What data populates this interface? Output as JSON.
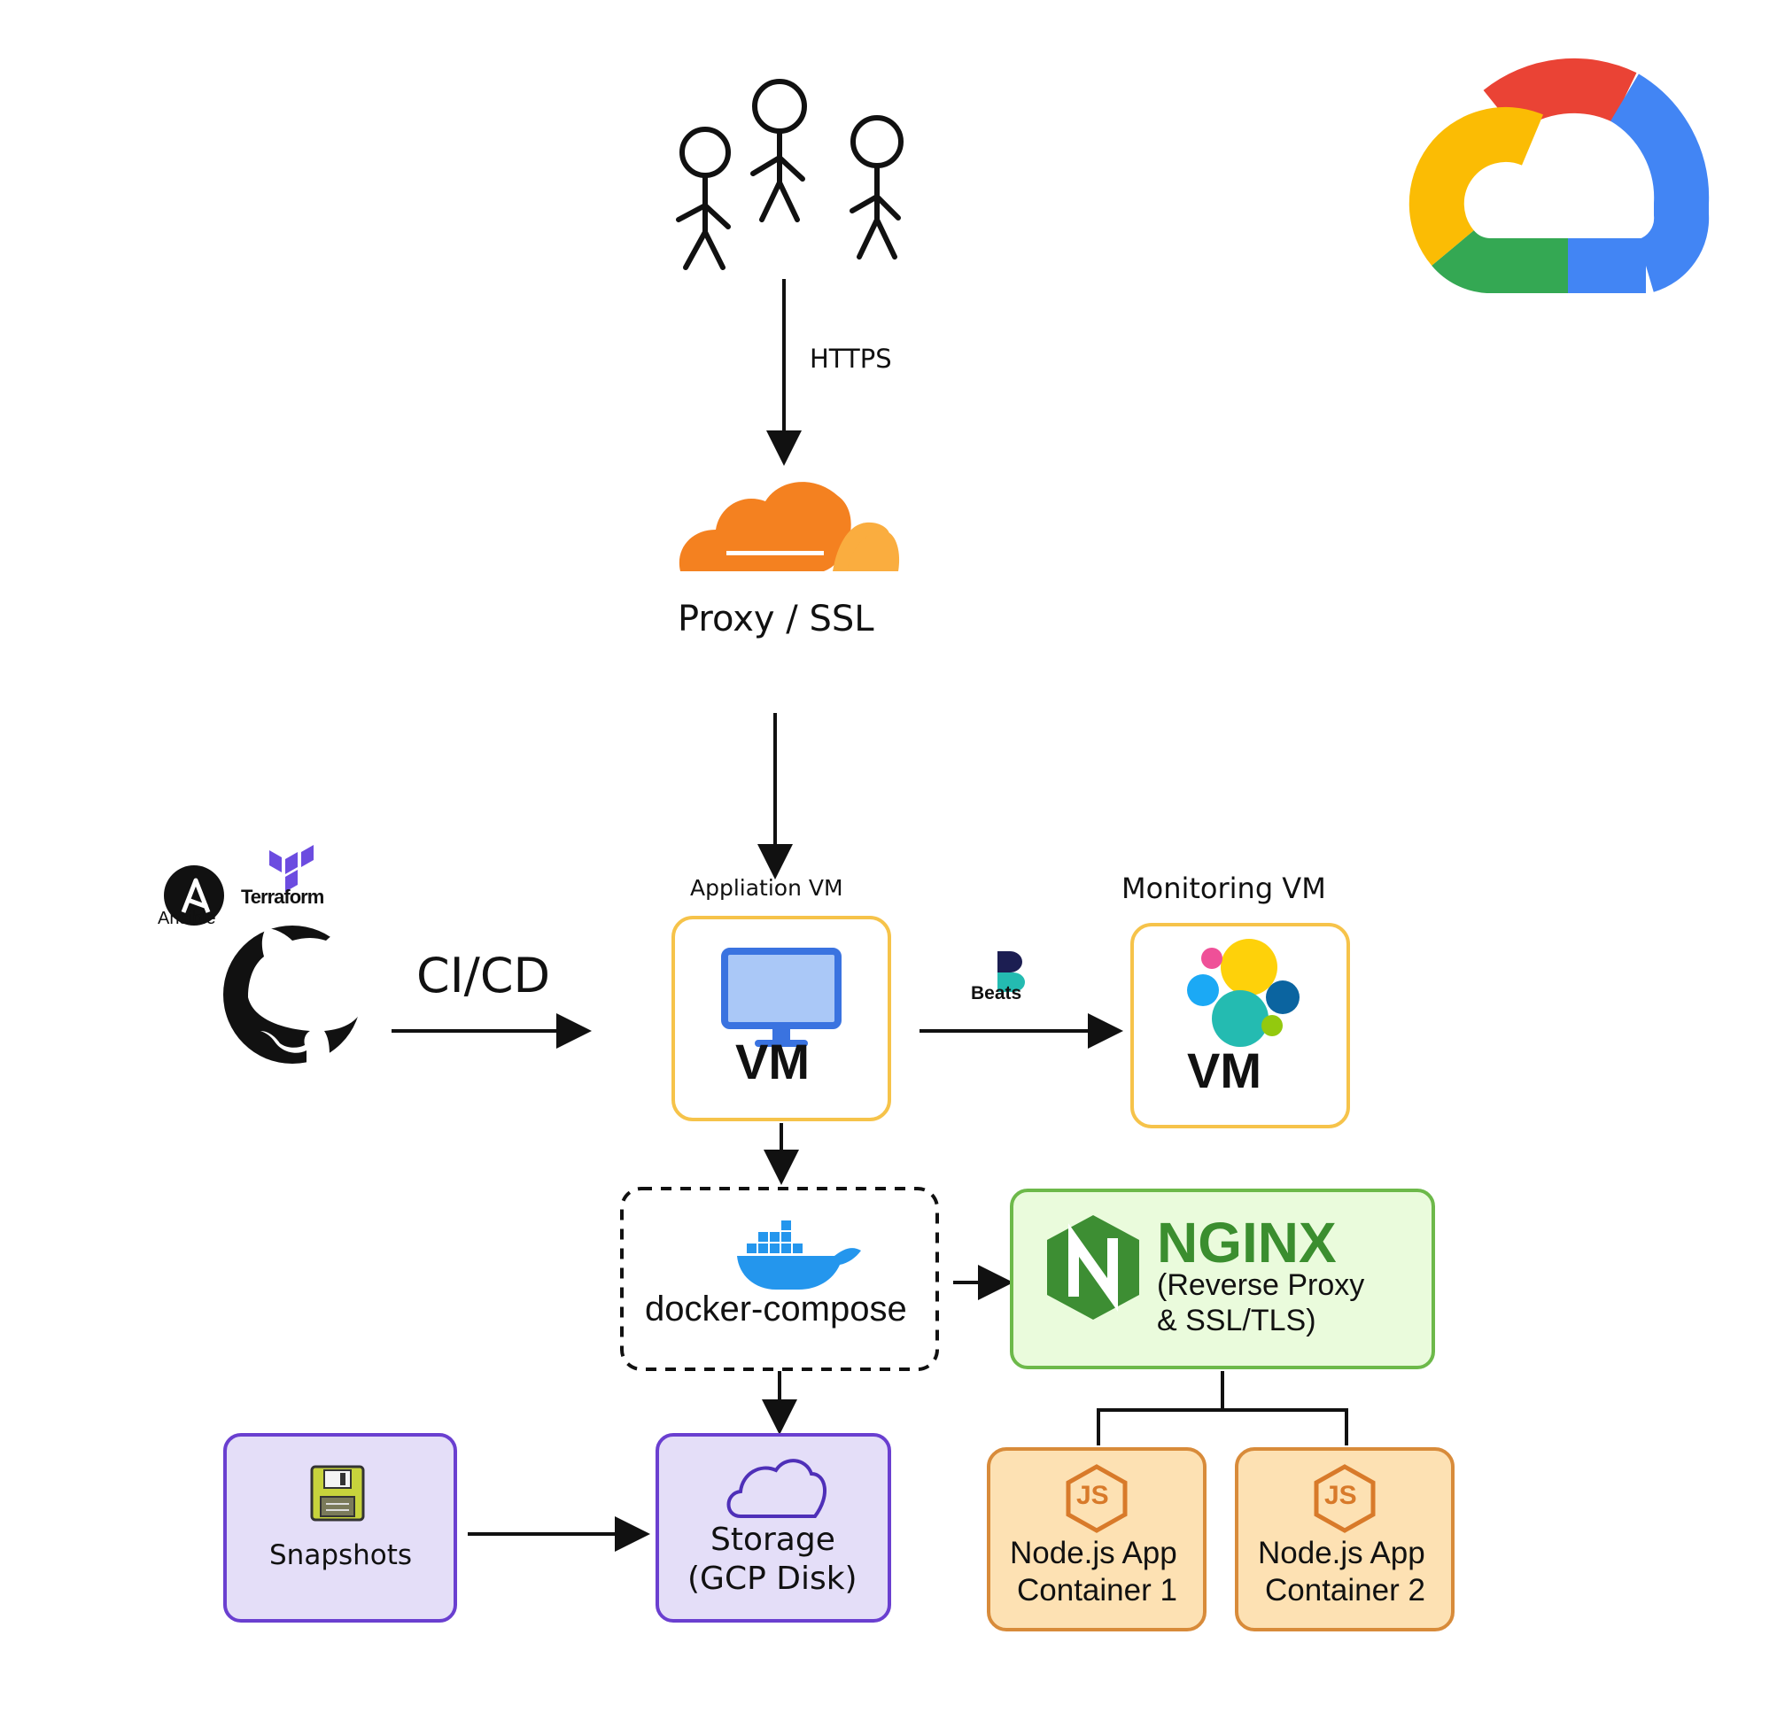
{
  "labels": {
    "https": "HTTPS",
    "proxy_ssl": "Proxy / SSL",
    "ansible": "Ansible",
    "terraform": "Terraform",
    "cicd": "CI/CD",
    "app_vm_title": "Appliation VM",
    "app_vm_text": "VM",
    "beats": "Beats",
    "monitoring_vm_title": "Monitoring VM",
    "monitoring_vm_text": "VM",
    "docker_compose": "docker-compose",
    "nginx_title": "NGINX",
    "nginx_sub1": "(Reverse Proxy",
    "nginx_sub2": "& SSL/TLS)",
    "snapshots": "Snapshots",
    "storage1": "Storage",
    "storage2": "(GCP Disk)",
    "node1_l1": "Node.js App",
    "node1_l2": "Container 1",
    "node2_l1": "Node.js App",
    "node2_l2": "Container 2"
  },
  "icons": {
    "users": "stick-figure-users-icon",
    "cloudflare": "cloudflare-cloud-icon",
    "gcp": "google-cloud-logo",
    "github": "github-octocat-icon",
    "ansible": "ansible-logo",
    "terraform": "terraform-logo",
    "monitor": "monitor-icon",
    "beats": "beats-logo",
    "elastic": "elastic-logo",
    "docker": "docker-whale-icon",
    "nginx": "nginx-hexagon-icon",
    "floppy": "floppy-disk-icon",
    "storage_cloud": "cloud-outline-icon",
    "nodejs": "nodejs-hexagon-icon"
  },
  "colors": {
    "vm_border": "#f6c34a",
    "nginx_border": "#6db94a",
    "nginx_fill": "#eafbdc",
    "nginx_text": "#3b8e2f",
    "purple_border": "#6a3fd0",
    "purple_fill": "#e4def8",
    "node_border": "#d88b3a",
    "node_fill": "#fde1b3",
    "cloudflare_dark": "#f48120",
    "cloudflare_light": "#faad3f"
  }
}
